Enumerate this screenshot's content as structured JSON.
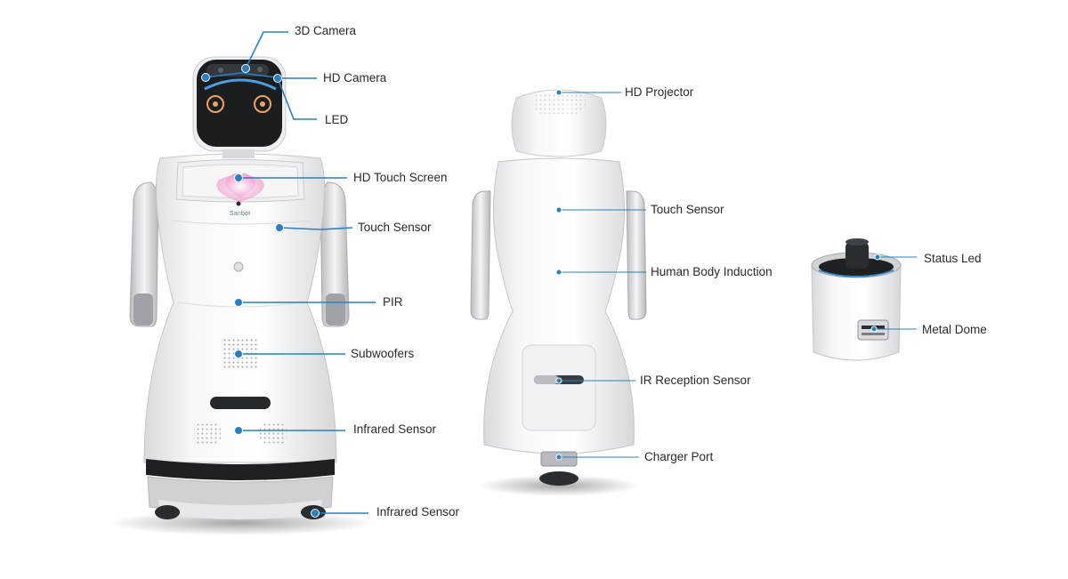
{
  "brand": "Sanbot",
  "colors": {
    "accent": "#2b7fc1",
    "robot_white": "#f4f4f5",
    "robot_gray": "#c7c9cc",
    "dark": "#1f2326",
    "screen_pink": "#f3a6cf"
  },
  "front_labels": {
    "camera_3d": "3D Camera",
    "camera_hd": "HD Camera",
    "led": "LED",
    "touch_screen": "HD Touch Screen",
    "touch_sensor": "Touch Sensor",
    "pir": "PIR",
    "subwoofers": "Subwoofers",
    "infrared_sensor_body": "Infrared Sensor",
    "infrared_sensor_base": "Infrared Sensor"
  },
  "back_labels": {
    "projector": "HD Projector",
    "touch_sensor": "Touch Sensor",
    "body_induction": "Human Body Induction",
    "ir_reception": "IR Reception Sensor",
    "charger_port": "Charger Port"
  },
  "dock_labels": {
    "status_led": "Status Led",
    "metal_dome": "Metal Dome"
  }
}
